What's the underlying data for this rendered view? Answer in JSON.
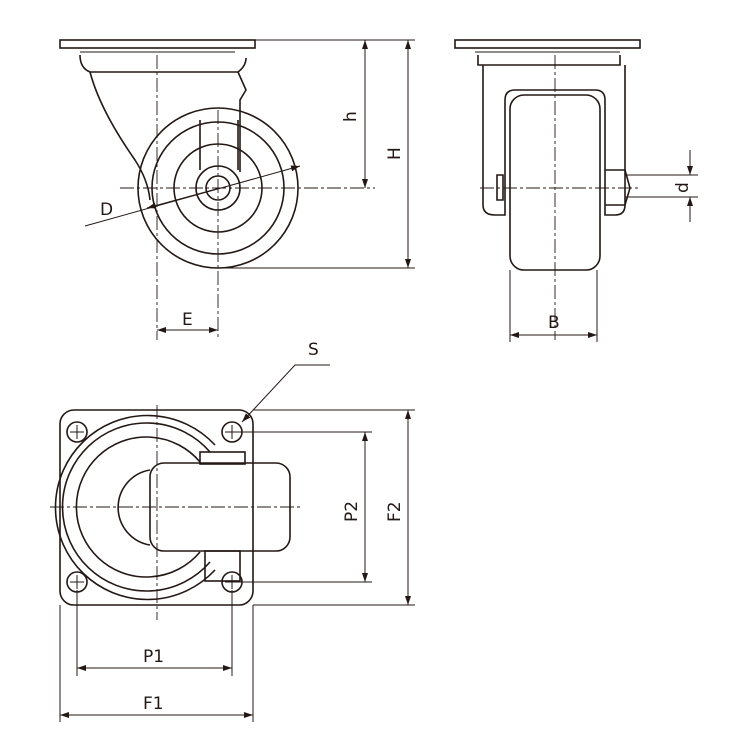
{
  "title": "Swivel caster dimension drawing",
  "labels": {
    "h": "h",
    "H": "H",
    "D": "D",
    "d": "d",
    "E": "E",
    "B": "B",
    "S": "S",
    "P1": "P1",
    "P2": "P2",
    "F1": "F1",
    "F2": "F2"
  },
  "colors": {
    "line": "#231815",
    "background": "#ffffff"
  }
}
